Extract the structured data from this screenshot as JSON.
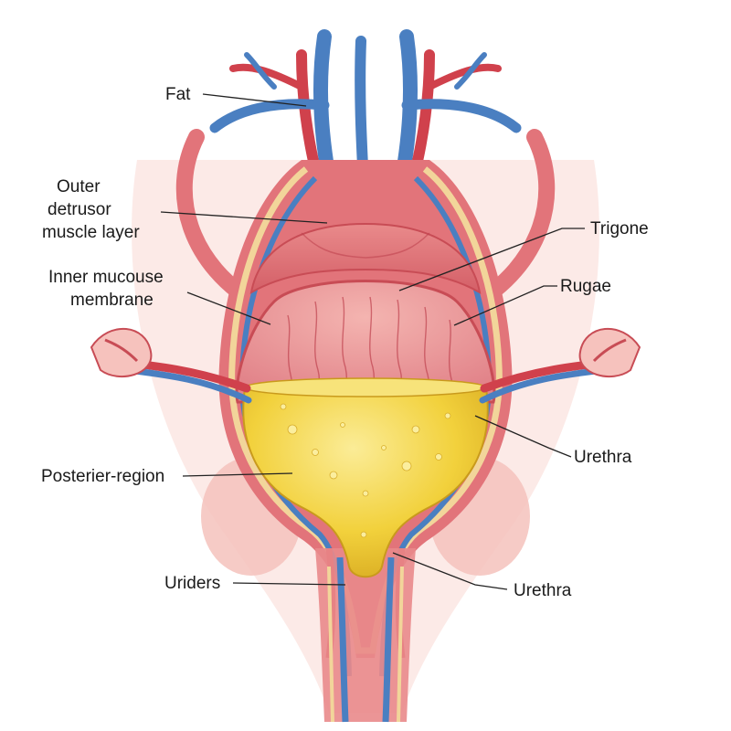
{
  "labels": {
    "fat": "Fat",
    "outer_1": "Outer",
    "outer_2": "detrusor",
    "outer_3": "muscle layer",
    "inner_1": "Inner mucouse",
    "inner_2": "membrane",
    "trigone": "Trigone",
    "rugae": "Rugae",
    "urethra_1": "Urethra",
    "posterior": "Posterier-region",
    "ureters": "Uriders",
    "urethra_2": "Urethra"
  },
  "colors": {
    "muscle": "#e2747a",
    "muscle_dark": "#c84c55",
    "mucosa": "#eea3a0",
    "vein": "#4a7fc1",
    "artery": "#d0414c",
    "fat": "#f2d59a",
    "urine": "#f1d03a",
    "urine_light": "#f7e37a",
    "tissue": "#f6c2bd"
  }
}
